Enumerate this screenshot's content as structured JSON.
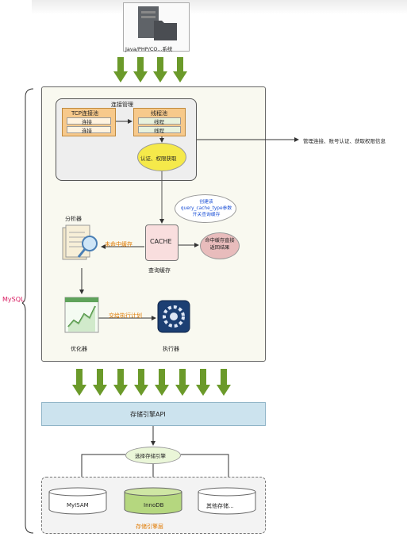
{
  "top": {
    "client_label": "Java/PHP/CO...系统"
  },
  "mysql_label": "MySQL",
  "connection": {
    "pool_title": "连接管理",
    "tcp_pool_label": "TCP连接池",
    "tcp_items": [
      "连接",
      "连接"
    ],
    "thread_pool_label": "线程池",
    "thread_items": [
      "线程",
      "线程"
    ],
    "auth_label": "认证、权限获取",
    "side_note": "管理连接、账号认证、获取权限信息"
  },
  "server": {
    "parser_label": "分析器",
    "cache_box_label": "CACHE",
    "cache_label": "查询缓存",
    "miss_label": "未命中缓存",
    "cache_note": "创建该query_cache_type参数开关查询缓存",
    "hit_label": "命中缓存直接返回结果",
    "optimizer_label": "优化器",
    "plan_label": "交给执行计划",
    "executor_label": "执行器"
  },
  "storage": {
    "api_label": "存储引擎API",
    "select_label": "选择存储引擎",
    "engines": [
      "MyISAM",
      "InnoDB",
      "其他存储..."
    ],
    "group_label": "存储引擎层"
  },
  "colors": {
    "arrow": "#6b9a2a",
    "api": "#cce3ee",
    "innodb": "#b5d77f",
    "orange": "#e07a00"
  }
}
